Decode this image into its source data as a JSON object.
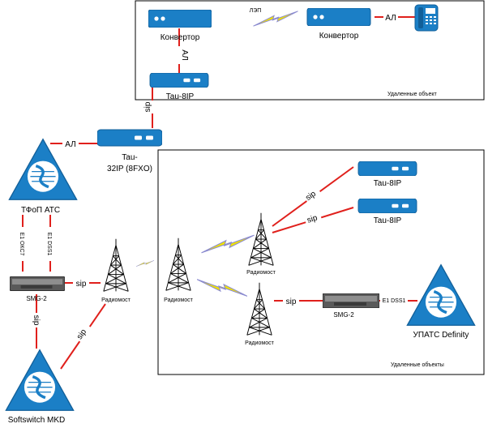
{
  "colors": {
    "link": "#e0201c",
    "device": "#1b7fc6",
    "device_dark": "#115f99",
    "radio_link": "#f2e400",
    "radio_link_edge": "#8a8ad0",
    "frame": "#000000"
  },
  "icons": {
    "converter": "converter-device-icon",
    "phone": "desk-phone-icon",
    "tau": "tau-gateway-icon",
    "exchange": "telephone-exchange-triangle-icon",
    "smg": "smg-gateway-icon",
    "tower": "radio-tower-icon",
    "wireless": "wireless-link-bolt-icon"
  },
  "frames": {
    "top_remote": "Удаленные объект",
    "right_remote": "Удаленные объекты"
  },
  "devices": {
    "converter_left": "Конвертор",
    "converter_right": "Конвертор",
    "tau8_top": "Tau-8IP",
    "tau32": [
      "Tau-",
      "32IP (8FXO)"
    ],
    "tfop": "ТФоП АТС",
    "smg_left": "SMG-2",
    "softswitch": "Softswitch MKD",
    "tau8_a": "Tau-8IP",
    "tau8_b": "Tau-8IP",
    "smg_right": "SMG-2",
    "upats": "УПАТС Definity",
    "tower_main": "Радиомост",
    "tower_center": "Радиомост",
    "tower_upper": "Радиомост",
    "tower_lower": "Радиомост"
  },
  "links": {
    "lep": "ЛЭП",
    "al_phone": "АЛ",
    "al_converter": "АЛ",
    "sip_tau_vertical": "sip",
    "al_tfop_tau32": "АЛ",
    "e1_oks7": "E1 ОКС7",
    "e1_dss1_left": "E1 DSS1",
    "sip_smg_left": "sip",
    "sip_smg_soft": "sip",
    "sip_soft_tower": "sip",
    "sip_tau_a": "sip",
    "sip_tau_b": "sip",
    "sip_smg_right": "sip",
    "e1_dss1_right": "E1 DSS1"
  }
}
